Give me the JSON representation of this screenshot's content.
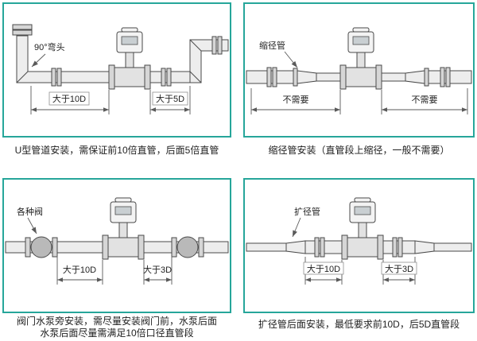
{
  "theme": {
    "panel_border": "#26a69a",
    "line_color": "#4a4a4a",
    "text_color": "#1f1f1f"
  },
  "panels": {
    "tl": {
      "callout": "90°弯头",
      "dim1": "大于10D",
      "dim2": "大于5D",
      "caption": "U型管道安装，需保证前10倍直管，后面5倍直管"
    },
    "tr": {
      "callout": "缩径管",
      "dim1": "不需要",
      "dim2": "不需要",
      "caption": "缩径管安装（直管段上缩径，一般不需要）"
    },
    "bl": {
      "callout": "各种阀",
      "dim1": "大于10D",
      "dim2": "大于3D",
      "caption1": "阀门水泵旁安装，需尽量安装阀门前，水泵后面",
      "caption2": "水泵后面尽量需满足10倍口径直管段"
    },
    "br": {
      "callout": "扩径管",
      "dim1": "大于10D",
      "dim2": "大于3D",
      "caption": "扩径管后面安装，最低要求前10D，后5D直管段"
    }
  }
}
